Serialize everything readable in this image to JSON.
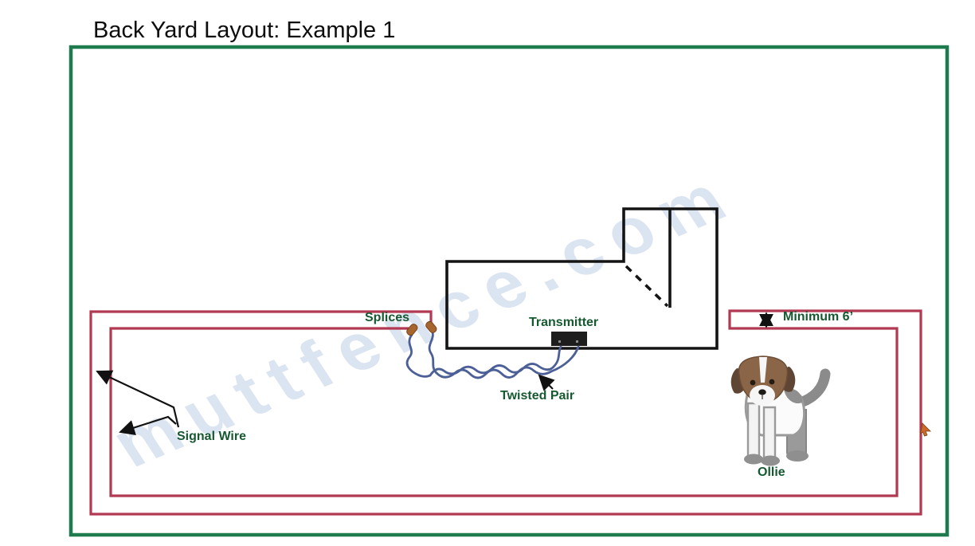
{
  "title": "Back Yard Layout: Example 1",
  "watermark": "muttfence.com",
  "labels": {
    "splices": "Splices",
    "transmitter": "Transmitter",
    "twisted_pair": "Twisted Pair",
    "signal_wire": "Signal Wire",
    "minimum_distance": "Minimum 6’",
    "dog_name": "Ollie"
  },
  "colors": {
    "yard_boundary_green": "#1e7b4e",
    "signal_wire_red": "#b23952",
    "label_green": "#165931",
    "twisted_pair_blue": "#4c5f97",
    "splice_brown": "#a8662f",
    "house_black": "#141414",
    "watermark_blue": "#dbe4f1",
    "flag_orange": "#c96a2c"
  }
}
